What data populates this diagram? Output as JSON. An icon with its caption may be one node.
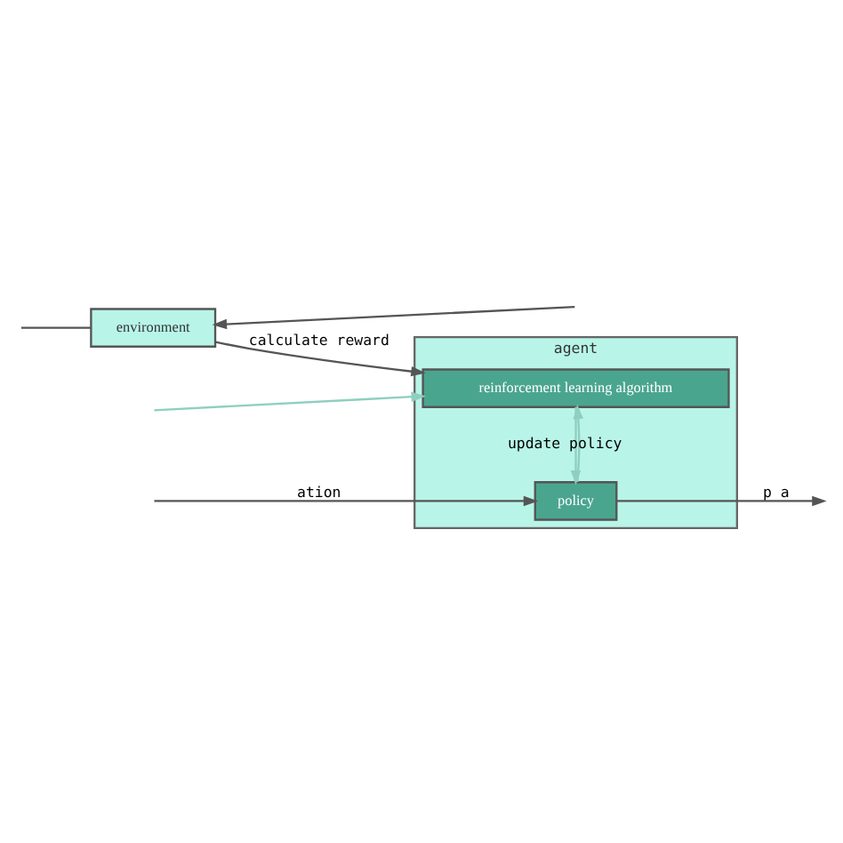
{
  "diagram": {
    "nodes": [
      {
        "text": [
          "agent"
        ]
      },
      {
        "text": [
          "policy"
        ],
        "in": 0
      },
      {
        "text": [
          "reinforcement learning algorithm"
        ],
        "in": 0
      },
      {
        "text": [
          "environment"
        ]
      }
    ],
    "edges": [
      {
        "from": null,
        "to": 1,
        "arrow": "to",
        "label": "ation"
      },
      {
        "from": null,
        "to": 2,
        "arrow": "to",
        "color": "#8fcfbf"
      },
      {
        "from": 1,
        "to": null,
        "arrow": "to",
        "label": "p a"
      },
      {
        "from": 1,
        "to": 2,
        "arrow": "to",
        "color": "#8fcfbf"
      },
      {
        "from": 2,
        "to": 1,
        "arrow": "to",
        "label": "update policy",
        "color": "#8fcfbf"
      },
      {
        "from": 3,
        "to": 2,
        "arrow": "to",
        "label": "calculate reward"
      },
      {
        "from": null,
        "to": 3,
        "arrow": "to"
      },
      {
        "from": 3,
        "to": null,
        "arrow": "none"
      }
    ]
  }
}
